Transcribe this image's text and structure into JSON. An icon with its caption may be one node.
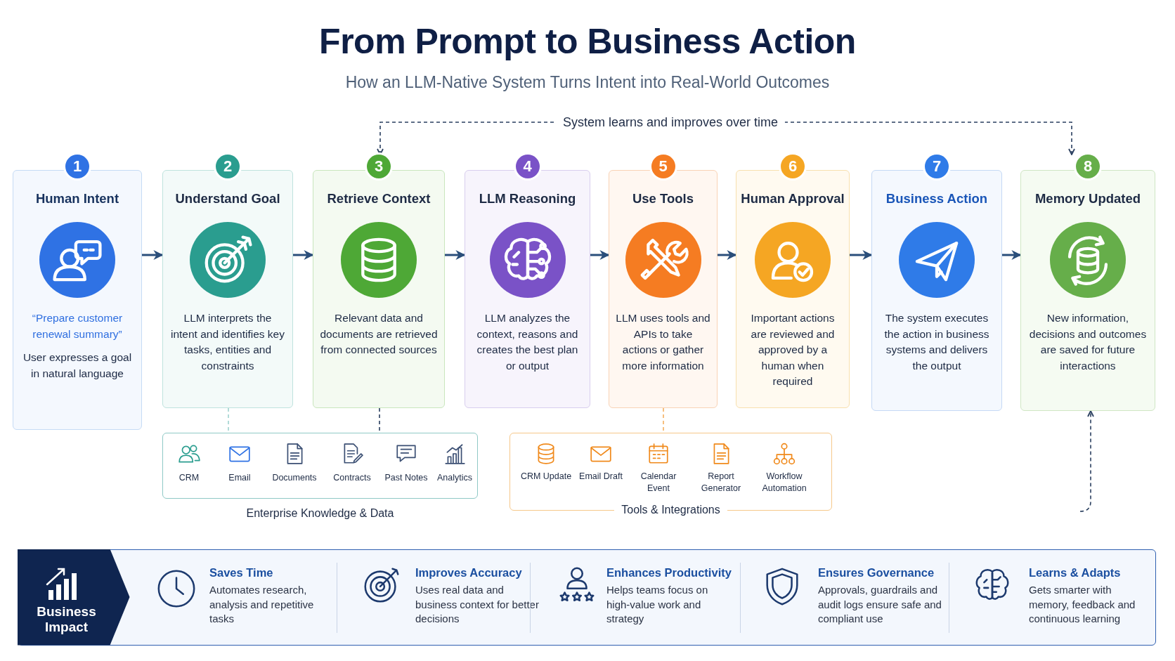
{
  "diagram": {
    "title": "From Prompt to Business Action",
    "nodes": [
      {
        "text": [
          "1",
          "Human Intent",
          "“Prepare customer renewal summary”",
          "User expresses a goal in natural language"
        ]
      },
      {
        "text": [
          "2",
          "Understand Goal",
          "LLM interprets the intent and identifies key tasks, entities and constraints"
        ]
      },
      {
        "text": [
          "3",
          "Retrieve Context",
          "Relevant data and documents are retrieved from connected sources"
        ]
      },
      {
        "text": [
          "4",
          "LLM Reasoning",
          "LLM analyzes the context, reasons and creates the best plan or output"
        ]
      },
      {
        "text": [
          "5",
          "Use Tools",
          "LLM uses tools and APIs to take actions or gather more information"
        ]
      },
      {
        "text": [
          "6",
          "Human Approval",
          "Important actions are reviewed and approved by a human when required"
        ]
      },
      {
        "text": [
          "7",
          "Business Action",
          "The system executes the action in business systems and delivers the output"
        ]
      },
      {
        "text": [
          "8",
          "Memory Updated",
          "New information, decisions and outcomes are saved for future interactions"
        ]
      },
      {
        "text": [
          "CRM",
          "Email",
          "Documents",
          "Contracts",
          "Past Notes",
          "Analytics",
          "Enterprise Knowledge & Data"
        ]
      },
      {
        "text": [
          "CRM Update",
          "Email Draft",
          "Calendar Event",
          "Report Generator",
          "Workflow Automation",
          "Tools & Integrations"
        ]
      },
      {
        "text": [
          "Saves Time",
          "Automates research, analysis and repetitive tasks",
          "Improves Accuracy",
          "Uses real data and business context for better decisions",
          "Enhances Productivity",
          "Helps teams focus on high-value work and strategy",
          "Ensures Governance",
          "Approvals, guardrails and audit logs ensure safe and compliant use",
          "Learns & Adapts",
          "Gets smarter with memory, feedback and continuous learning"
        ]
      },
      {
        "text": [
          "Business Impact"
        ],
        "in": 10
      }
    ],
    "edges": [
      {
        "from": 0,
        "to": 1,
        "arrow": "to"
      },
      {
        "from": 1,
        "to": 2,
        "arrow": "to"
      },
      {
        "from": 2,
        "to": 3,
        "arrow": "to"
      },
      {
        "from": 3,
        "to": 4,
        "arrow": "to"
      },
      {
        "from": 4,
        "to": 5,
        "arrow": "to"
      },
      {
        "from": 5,
        "to": 6,
        "arrow": "to"
      },
      {
        "from": 6,
        "to": 7,
        "arrow": "to"
      },
      {
        "from": 2,
        "to": 7,
        "arrow": "both",
        "label": "System learns and improves over time",
        "style": "dashed"
      },
      {
        "from": 1,
        "to": 8,
        "arrow": "none",
        "style": "dashed",
        "color": "#9fd3cf"
      },
      {
        "from": 2,
        "to": 8,
        "arrow": "none",
        "style": "dashed"
      },
      {
        "from": 4,
        "to": 9,
        "arrow": "none",
        "style": "dashed",
        "color": "#f4b060"
      },
      {
        "from": null,
        "to": 7,
        "arrow": "to",
        "style": "dashed"
      }
    ],
    "labels": [
      "How an LLM-Native System Turns Intent into Real-World Outcomes"
    ]
  }
}
